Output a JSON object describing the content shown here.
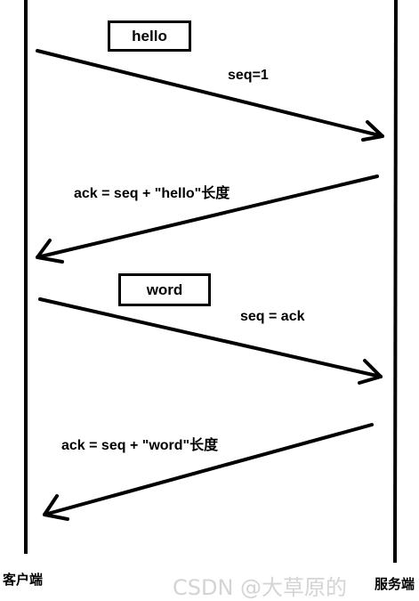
{
  "participants": {
    "client": "客户端",
    "server": "服务端"
  },
  "messages": [
    {
      "box": "hello",
      "label": "seq=1",
      "direction": "client-to-server"
    },
    {
      "label": "ack = seq + \"hello\"长度",
      "direction": "server-to-client"
    },
    {
      "box": "word",
      "label": "seq = ack",
      "direction": "client-to-server"
    },
    {
      "label": "ack = seq + \"word\"长度",
      "direction": "server-to-client"
    }
  ],
  "watermark": "CSDN @大草原的"
}
